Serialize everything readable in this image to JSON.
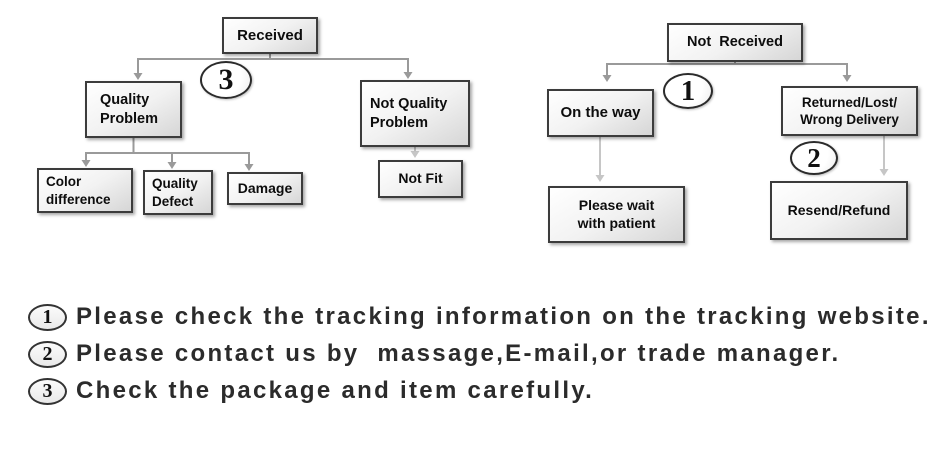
{
  "palette": {
    "box_border": "#3c3c3c",
    "box_fill_top": "#ffffff",
    "box_fill_bottom": "#d6d6d6",
    "box_text": "#0d0d0d",
    "connector": "#9a9a9a",
    "connector_light": "#c6c6c6",
    "note_text": "#2b2b2b",
    "background": "#ffffff"
  },
  "nodes": {
    "received": "Received",
    "quality_problem": "Quality\nProblem",
    "not_quality_problem": "Not Quality\nProblem",
    "color_difference": "Color\ndifference",
    "quality_defect": "Quality\nDefect",
    "damage": "Damage",
    "not_fit": "Not Fit",
    "not_received": "Not  Received",
    "on_the_way": "On the way",
    "returned_lost_wrong_delivery": "Returned/Lost/\nWrong Delivery",
    "please_wait_with_patient": "Please wait\nwith patient",
    "resend_refund": "Resend/Refund"
  },
  "badges": {
    "step_1": "1",
    "step_2": "2",
    "step_3": "3"
  },
  "notes": [
    {
      "number": "1",
      "text": "Please check the tracking information on the tracking website."
    },
    {
      "number": "2",
      "text": "Please contact us by  massage,E-mail,or trade manager."
    },
    {
      "number": "3",
      "text": "Check the package and item carefully."
    }
  ]
}
